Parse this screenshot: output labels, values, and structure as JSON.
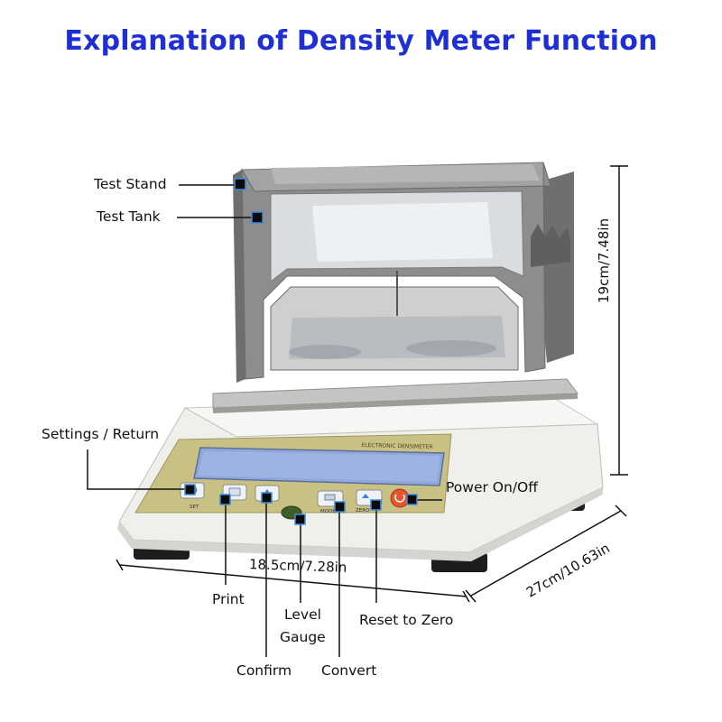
{
  "title": "Explanation of Density Meter Function",
  "device": {
    "panel_text": "ELECTRONIC DENSIMETER",
    "colors": {
      "panel": "#c9c184",
      "lcd": "#8fa8d8",
      "frame": "#8a8a8a",
      "body": "#f2f2ef",
      "power_button": "#e8552a"
    }
  },
  "labels": {
    "test_stand": "Test Stand",
    "test_tank": "Test Tank",
    "settings_return": "Settings / Return",
    "power": "Power On/Off",
    "print": "Print",
    "level_gauge_line1": "Level",
    "level_gauge_line2": "Gauge",
    "reset_zero": "Reset to Zero",
    "confirm": "Confirm",
    "convert": "Convert"
  },
  "buttons": {
    "set": "SET",
    "mode": "MODE",
    "zero": "ZERO"
  },
  "dimensions": {
    "height": "19cm/7.48in",
    "width": "18.5cm/7.28in",
    "depth": "27cm/10.63in"
  }
}
